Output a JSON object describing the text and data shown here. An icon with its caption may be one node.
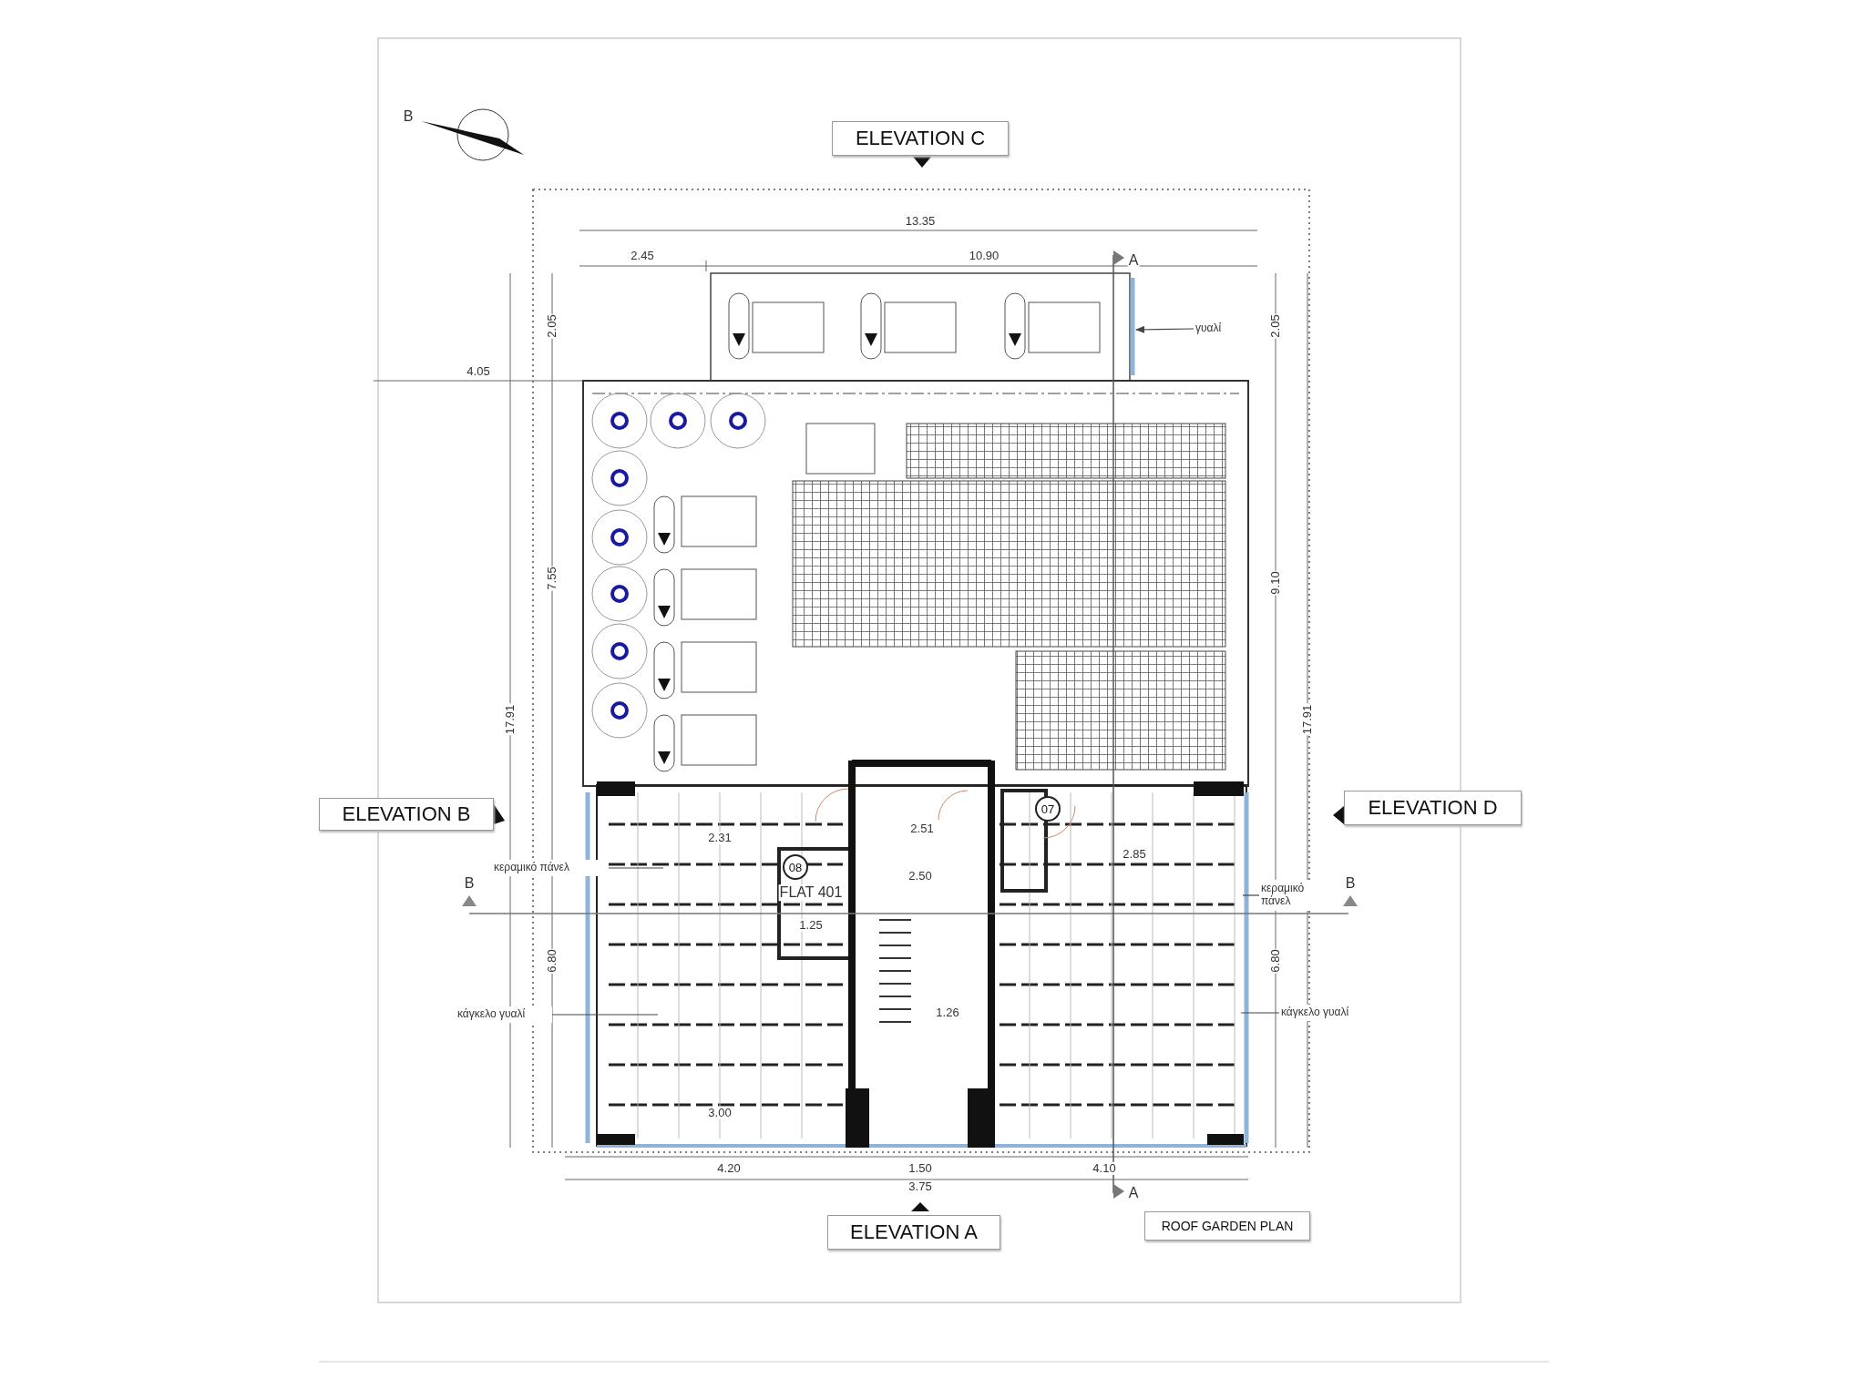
{
  "diagram": {
    "nodes": [
      {
        "text": [
          "ELEVATION C"
        ]
      },
      {
        "text": [
          "ELEVATION B"
        ]
      },
      {
        "text": [
          "ELEVATION D"
        ]
      },
      {
        "text": [
          "ELEVATION A"
        ]
      },
      {
        "text": [
          "ROOF GARDEN PLAN"
        ]
      },
      {
        "text": [
          "γυαλί"
        ]
      },
      {
        "text": [
          "κεραμικό πάνελ"
        ]
      },
      {
        "text": [
          "κάγκελο γυαλί"
        ]
      },
      {
        "text": [
          "κεραμικό πάνελ"
        ]
      },
      {
        "text": [
          "κάγκελο γυαλί"
        ]
      },
      {
        "text": [
          "08"
        ]
      },
      {
        "text": [
          "07"
        ]
      }
    ],
    "edges": [
      {
        "from": 5,
        "to": null,
        "arrow": "to"
      },
      {
        "from": 6,
        "to": null,
        "arrow": "none"
      },
      {
        "from": 7,
        "to": null,
        "arrow": "none"
      },
      {
        "from": 8,
        "to": null,
        "arrow": "none"
      },
      {
        "from": 9,
        "to": null,
        "arrow": "none"
      }
    ],
    "labels": [
      "13.35",
      "2.45",
      "10.90",
      "2.05",
      "2.05",
      "4.05",
      "7.55",
      "9.10",
      "17.91",
      "17.91",
      "6.80",
      "6.80",
      "A",
      "A",
      "B",
      "B",
      "B",
      "2.31",
      "FLAT 401",
      "1.25",
      "2.51",
      "2.50",
      "2.85",
      "1.26",
      "3.00",
      "4.20",
      "1.50",
      "3.75",
      "4.10"
    ]
  }
}
